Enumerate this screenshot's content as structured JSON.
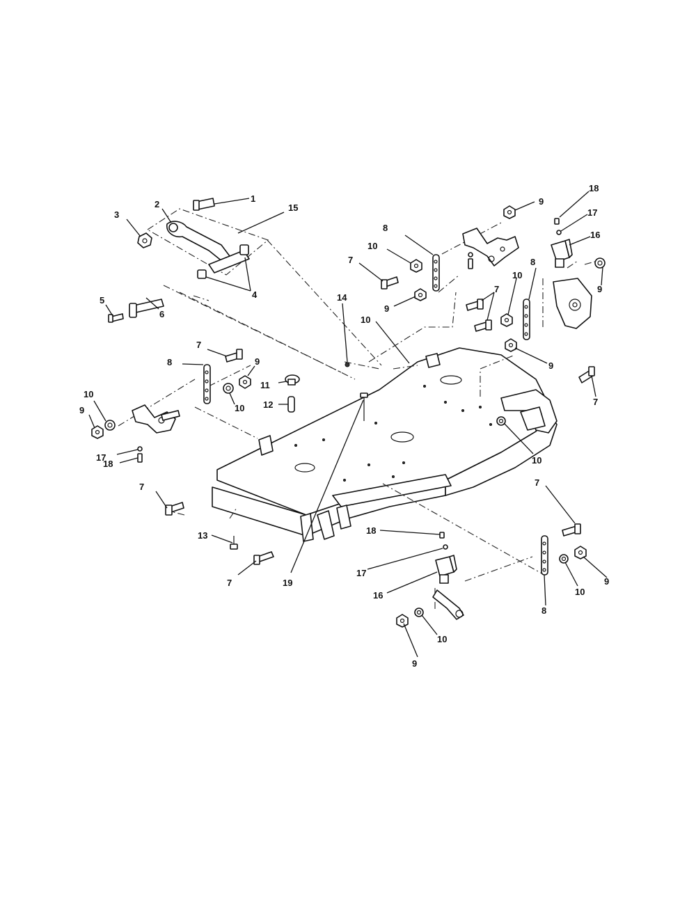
{
  "diagram": {
    "callouts": [
      {
        "id": "c-1",
        "text": "1"
      },
      {
        "id": "c-2",
        "text": "2"
      },
      {
        "id": "c-3",
        "text": "3"
      },
      {
        "id": "c-15",
        "text": "15"
      },
      {
        "id": "c-4",
        "text": "4"
      },
      {
        "id": "c-5",
        "text": "5"
      },
      {
        "id": "c-6",
        "text": "6"
      },
      {
        "id": "c-14",
        "text": "14"
      },
      {
        "id": "c-7a",
        "text": "7"
      },
      {
        "id": "c-8a",
        "text": "8"
      },
      {
        "id": "c-9a",
        "text": "9"
      },
      {
        "id": "c-10a",
        "text": "10"
      },
      {
        "id": "c-11",
        "text": "11"
      },
      {
        "id": "c-12",
        "text": "12"
      },
      {
        "id": "c-10b",
        "text": "10"
      },
      {
        "id": "c-9b",
        "text": "9"
      },
      {
        "id": "c-17a",
        "text": "17"
      },
      {
        "id": "c-18a",
        "text": "18"
      },
      {
        "id": "c-7b",
        "text": "7"
      },
      {
        "id": "c-13",
        "text": "13"
      },
      {
        "id": "c-7c",
        "text": "7"
      },
      {
        "id": "c-19",
        "text": "19"
      },
      {
        "id": "c-8b",
        "text": "8"
      },
      {
        "id": "c-10c",
        "text": "10"
      },
      {
        "id": "c-7d",
        "text": "7"
      },
      {
        "id": "c-9c",
        "text": "9"
      },
      {
        "id": "c-10d",
        "text": "10"
      },
      {
        "id": "c-7e",
        "text": "7"
      },
      {
        "id": "c-9d",
        "text": "9"
      },
      {
        "id": "c-8c",
        "text": "8"
      },
      {
        "id": "c-10e",
        "text": "10"
      },
      {
        "id": "c-9e",
        "text": "9"
      },
      {
        "id": "c-18b",
        "text": "18"
      },
      {
        "id": "c-17b",
        "text": "17"
      },
      {
        "id": "c-16a",
        "text": "16"
      },
      {
        "id": "c-9f",
        "text": "9"
      },
      {
        "id": "c-7f",
        "text": "7"
      },
      {
        "id": "c-10f",
        "text": "10"
      },
      {
        "id": "c-8d",
        "text": "8"
      },
      {
        "id": "c-7g",
        "text": "7"
      },
      {
        "id": "c-10g",
        "text": "10"
      },
      {
        "id": "c-9g",
        "text": "9"
      },
      {
        "id": "c-8e",
        "text": "8"
      },
      {
        "id": "c-18c",
        "text": "18"
      },
      {
        "id": "c-17c",
        "text": "17"
      },
      {
        "id": "c-16b",
        "text": "16"
      },
      {
        "id": "c-10h",
        "text": "10"
      },
      {
        "id": "c-9h",
        "text": "9"
      }
    ]
  }
}
